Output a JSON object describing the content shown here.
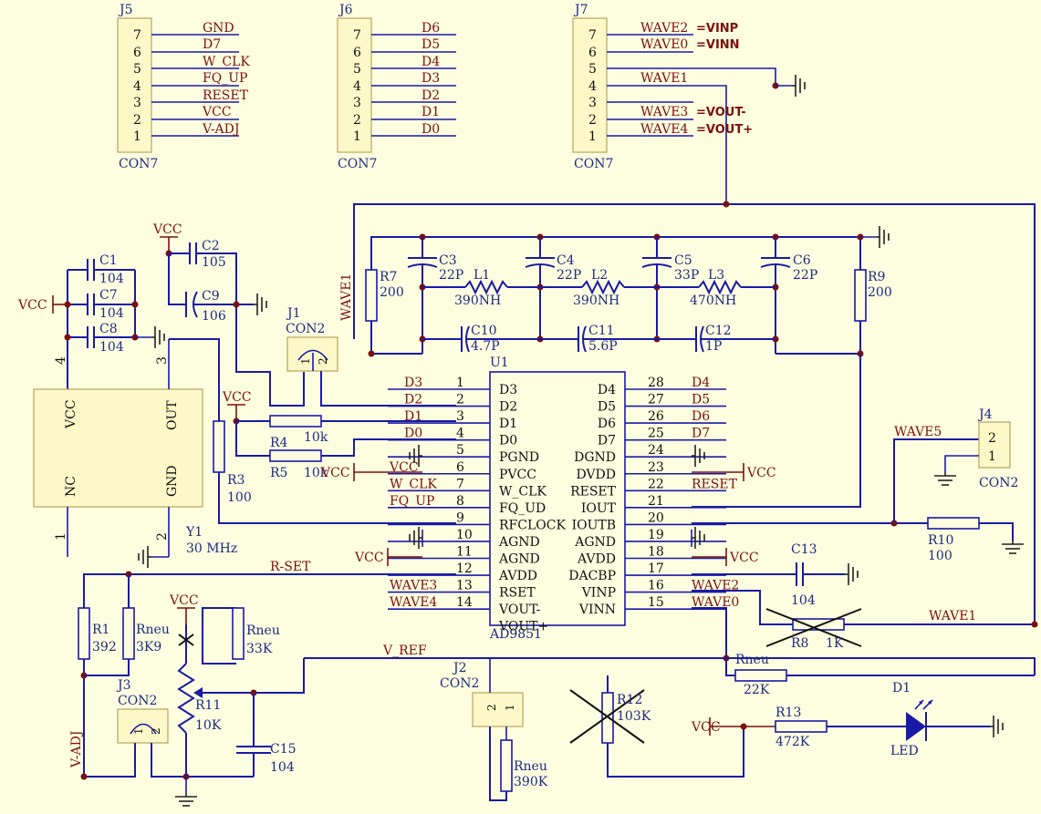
{
  "j5": {
    "ref": "J5",
    "type": "CON7",
    "pins": [
      "7",
      "6",
      "5",
      "4",
      "3",
      "2",
      "1"
    ],
    "nets": [
      "GND",
      "D7",
      "W_CLK",
      "FQ_UP",
      "RESET",
      "VCC",
      "V-ADJ"
    ]
  },
  "j6": {
    "ref": "J6",
    "type": "CON7",
    "pins": [
      "7",
      "6",
      "5",
      "4",
      "3",
      "2",
      "1"
    ],
    "nets": [
      "D6",
      "D5",
      "D4",
      "D3",
      "D2",
      "D1",
      "D0"
    ]
  },
  "j7": {
    "ref": "J7",
    "type": "CON7",
    "pins": [
      "7",
      "6",
      "5",
      "4",
      "3",
      "2",
      "1"
    ],
    "nets": [
      "WAVE2",
      "WAVE0",
      "WAVE1",
      "",
      "WAVE3",
      "WAVE4",
      ""
    ],
    "notes": [
      "=VINP",
      "=VINN",
      "=VOUT-",
      "=VOUT+"
    ]
  },
  "u1": {
    "ref": "U1",
    "part": "AD9851",
    "left": [
      {
        "num": "1",
        "pin": "D3",
        "net": "D3"
      },
      {
        "num": "2",
        "pin": "D2",
        "net": "D2"
      },
      {
        "num": "3",
        "pin": "D1",
        "net": "D1"
      },
      {
        "num": "4",
        "pin": "D0",
        "net": "D0"
      },
      {
        "num": "5",
        "pin": "PGND",
        "net": ""
      },
      {
        "num": "6",
        "pin": "PVCC",
        "net": "VCC"
      },
      {
        "num": "7",
        "pin": "W_CLK",
        "net": "W_CLK"
      },
      {
        "num": "8",
        "pin": "FQ_UD",
        "net": "FQ_UP"
      },
      {
        "num": "9",
        "pin": "RFCLOCK",
        "net": ""
      },
      {
        "num": "10",
        "pin": "AGND",
        "net": ""
      },
      {
        "num": "11",
        "pin": "AGND",
        "net": ""
      },
      {
        "num": "12",
        "pin": "AVDD",
        "net": ""
      },
      {
        "num": "13",
        "pin": "RSET",
        "net": "WAVE3"
      },
      {
        "num": "14",
        "pin": "VOUT-",
        "net": "WAVE4"
      }
    ],
    "left_last": "VOUT+",
    "right": [
      {
        "num": "28",
        "pin": "D4",
        "net": "D4"
      },
      {
        "num": "27",
        "pin": "D5",
        "net": "D5"
      },
      {
        "num": "26",
        "pin": "D6",
        "net": "D6"
      },
      {
        "num": "25",
        "pin": "D7",
        "net": "D7"
      },
      {
        "num": "24",
        "pin": "DGND",
        "net": ""
      },
      {
        "num": "23",
        "pin": "DVDD",
        "net": ""
      },
      {
        "num": "22",
        "pin": "RESET",
        "net": "RESET"
      },
      {
        "num": "21",
        "pin": "IOUT",
        "net": ""
      },
      {
        "num": "20",
        "pin": "IOUTB",
        "net": ""
      },
      {
        "num": "19",
        "pin": "AGND",
        "net": ""
      },
      {
        "num": "18",
        "pin": "AVDD",
        "net": ""
      },
      {
        "num": "17",
        "pin": "DACBP",
        "net": ""
      },
      {
        "num": "16",
        "pin": "VINP",
        "net": "WAVE2"
      },
      {
        "num": "15",
        "pin": "VINN",
        "net": "WAVE0"
      }
    ]
  },
  "y1": {
    "ref": "Y1",
    "value": "30 MHz",
    "pins": {
      "vcc": "VCC",
      "out": "OUT",
      "nc": "NC",
      "gnd": "GND"
    },
    "nums": [
      "4",
      "3",
      "1",
      "2"
    ]
  },
  "caps": {
    "c1": {
      "ref": "C1",
      "value": "104"
    },
    "c7": {
      "ref": "C7",
      "value": "104"
    },
    "c8": {
      "ref": "C8",
      "value": "104"
    },
    "c2": {
      "ref": "C2",
      "value": "105"
    },
    "c9": {
      "ref": "C9",
      "value": "106"
    },
    "c3": {
      "ref": "C3",
      "value": "22P"
    },
    "c4": {
      "ref": "C4",
      "value": "22P"
    },
    "c5": {
      "ref": "C5",
      "value": "33P"
    },
    "c6": {
      "ref": "C6",
      "value": "22P"
    },
    "c10": {
      "ref": "C10",
      "value": "4.7P"
    },
    "c11": {
      "ref": "C11",
      "value": "5.6P"
    },
    "c12": {
      "ref": "C12",
      "value": "1P"
    },
    "c13": {
      "ref": "C13",
      "value": "104"
    },
    "c15": {
      "ref": "C15",
      "value": "104"
    }
  },
  "inductors": {
    "l1": {
      "ref": "L1",
      "value": "390NH"
    },
    "l2": {
      "ref": "L2",
      "value": "390NH"
    },
    "l3": {
      "ref": "L3",
      "value": "470NH"
    }
  },
  "res": {
    "r7": {
      "ref": "R7",
      "value": "200"
    },
    "r9": {
      "ref": "R9",
      "value": "200"
    },
    "r3": {
      "ref": "R3",
      "value": "100"
    },
    "r4": {
      "ref": "R4",
      "value": "10k"
    },
    "r5": {
      "ref": "R5",
      "value": "10k"
    },
    "r1": {
      "ref": "R1",
      "value": "392"
    },
    "rn1": {
      "ref": "Rneu",
      "value": "3K9"
    },
    "rn2": {
      "ref": "Rneu",
      "value": "33K"
    },
    "r11": {
      "ref": "R11",
      "value": "10K"
    },
    "rn3": {
      "ref": "Rneu",
      "value": "390K"
    },
    "r12": {
      "ref": "R12",
      "value": "103K"
    },
    "r10": {
      "ref": "R10",
      "value": "100"
    },
    "rn4": {
      "ref": "Rneu",
      "value": "22K"
    },
    "r8": {
      "ref": "R8",
      "value": "1K"
    },
    "r13": {
      "ref": "R13",
      "value": "472K"
    }
  },
  "j1": {
    "ref": "J1",
    "type": "CON2",
    "p1": "1",
    "p2": "2"
  },
  "j2": {
    "ref": "J2",
    "type": "CON2",
    "p1": "1",
    "p2": "2"
  },
  "j3": {
    "ref": "J3",
    "type": "CON2",
    "p1": "1",
    "p2": "2"
  },
  "j4": {
    "ref": "J4",
    "type": "CON2",
    "p1": "2",
    "p2": "1",
    "net": "WAVE5"
  },
  "d1": {
    "ref": "D1",
    "type": "LED"
  },
  "nets": {
    "vcc": "VCC",
    "rset": "R-SET",
    "vref": "V_REF",
    "vadj": "V-ADJ",
    "wave1": "WAVE1"
  }
}
